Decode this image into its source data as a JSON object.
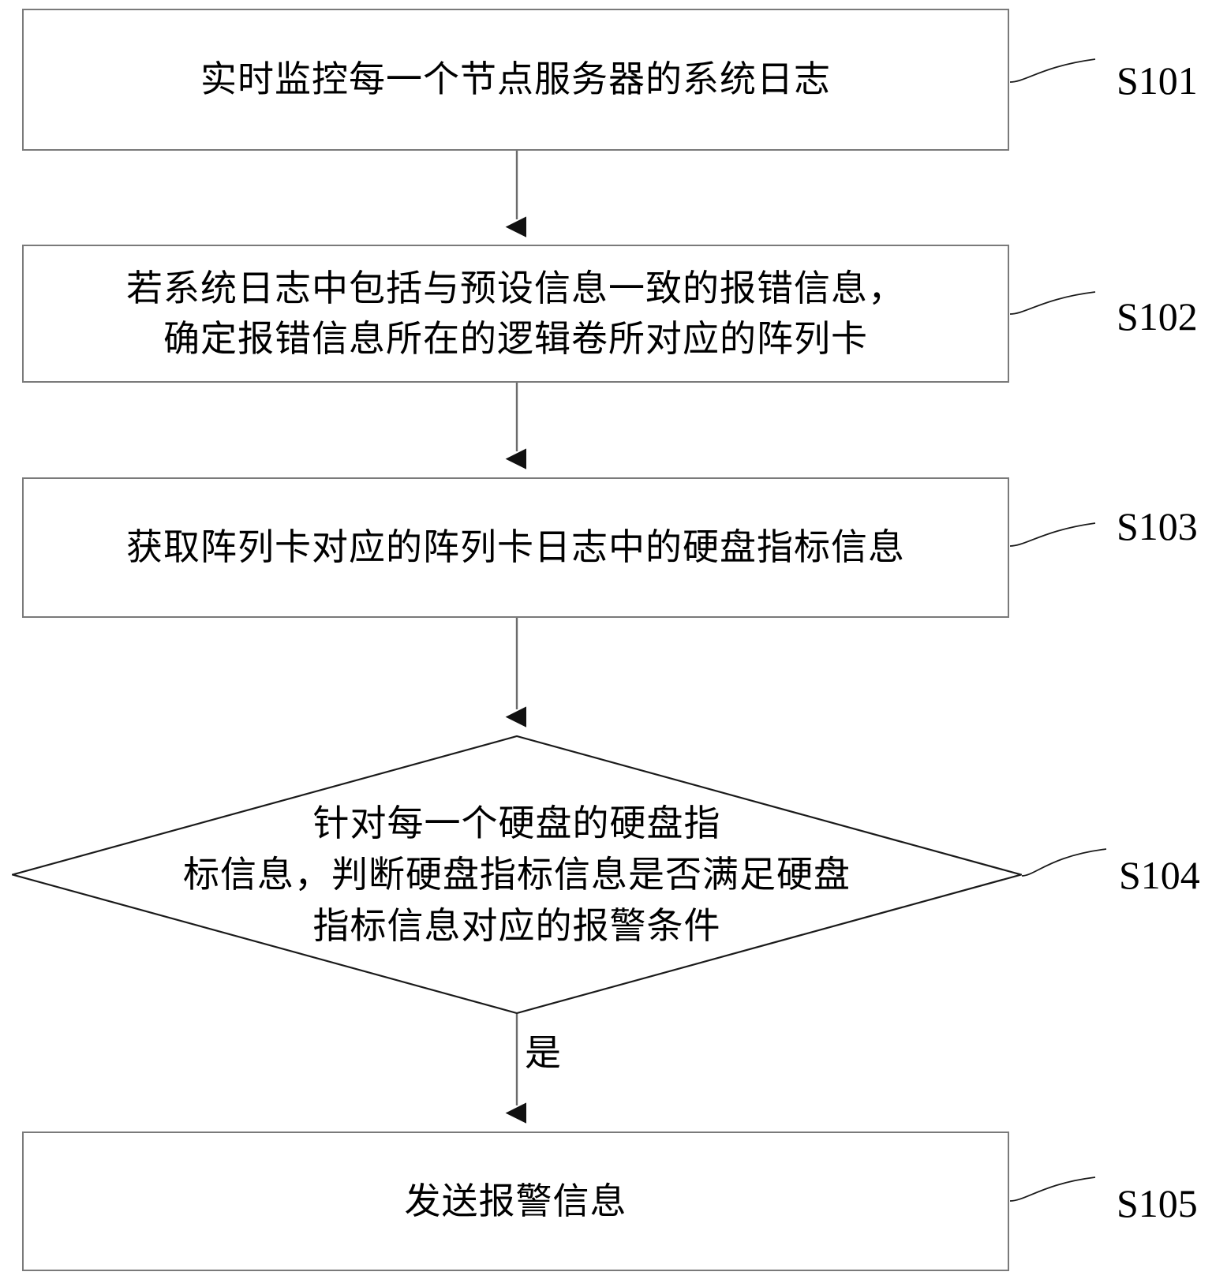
{
  "diagram": {
    "type": "flowchart",
    "title": "",
    "orientation": "top-to-bottom",
    "nodes": [
      {
        "id": "S101",
        "shape": "process",
        "text": "实时监控每一个节点服务器的系统日志",
        "step_label": "S101"
      },
      {
        "id": "S102",
        "shape": "process",
        "text": "若系统日志中包括与预设信息一致的报错信息，\n确定报错信息所在的逻辑卷所对应的阵列卡",
        "step_label": "S102"
      },
      {
        "id": "S103",
        "shape": "process",
        "text": "获取阵列卡对应的阵列卡日志中的硬盘指标信息",
        "step_label": "S103"
      },
      {
        "id": "S104",
        "shape": "decision",
        "text": "针对每一个硬盘的硬盘指\n标信息，判断硬盘指标信息是否满足硬盘\n指标信息对应的报警条件",
        "step_label": "S104"
      },
      {
        "id": "S105",
        "shape": "process",
        "text": "发送报警信息",
        "step_label": "S105"
      }
    ],
    "edges": [
      {
        "from": "S101",
        "to": "S102",
        "label": ""
      },
      {
        "from": "S102",
        "to": "S103",
        "label": ""
      },
      {
        "from": "S103",
        "to": "S104",
        "label": ""
      },
      {
        "from": "S104",
        "to": "S105",
        "label": "是"
      }
    ],
    "colors": {
      "box_border": "#7a7a7a",
      "diamond_border": "#1a1a1a",
      "connector": "#4d4d4d",
      "text": "#000000",
      "background": "#ffffff"
    }
  }
}
